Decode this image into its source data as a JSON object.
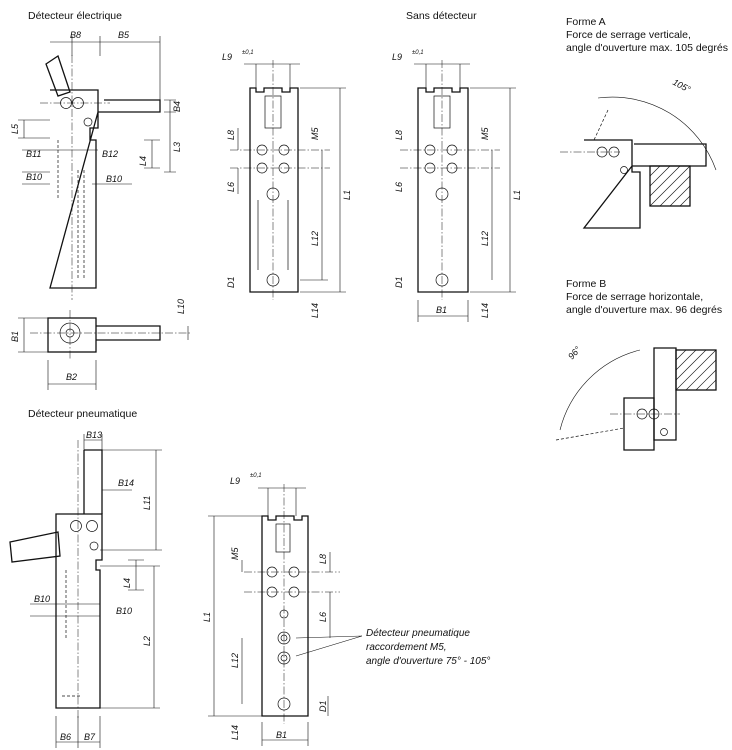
{
  "titles": {
    "electric": "Détecteur électrique",
    "none": "Sans détecteur",
    "pneumatic": "Détecteur pneumatique"
  },
  "forme_a": {
    "name": "Forme A",
    "line1": "Force de serrage verticale,",
    "line2": "angle d'ouverture max. 105 degrés",
    "angle": "105°"
  },
  "forme_b": {
    "name": "Forme B",
    "line1": "Force de serrage horizontale,",
    "line2": "angle d'ouverture max. 96 degrés",
    "angle": "96°"
  },
  "note": {
    "line1": "Détecteur pneumatique",
    "line2": "raccordement M5,",
    "line3": "angle d'ouverture 75° - 105°"
  },
  "dims": {
    "B1": "B1",
    "B2": "B2",
    "B5": "B5",
    "B6": "B6",
    "B7": "B7",
    "B8": "B8",
    "B10": "B10",
    "B11": "B11",
    "B12": "B12",
    "B13": "B13",
    "B14": "B14",
    "L1": "L1",
    "L2": "L2",
    "L3": "L3",
    "L4": "L4",
    "L5": "L5",
    "L6": "L6",
    "L8": "L8",
    "L9": "L9",
    "L10": "L10",
    "L11": "L11",
    "L12": "L12",
    "L14": "L14",
    "D1": "D1",
    "M5": "M5",
    "tol": "±0,1"
  }
}
